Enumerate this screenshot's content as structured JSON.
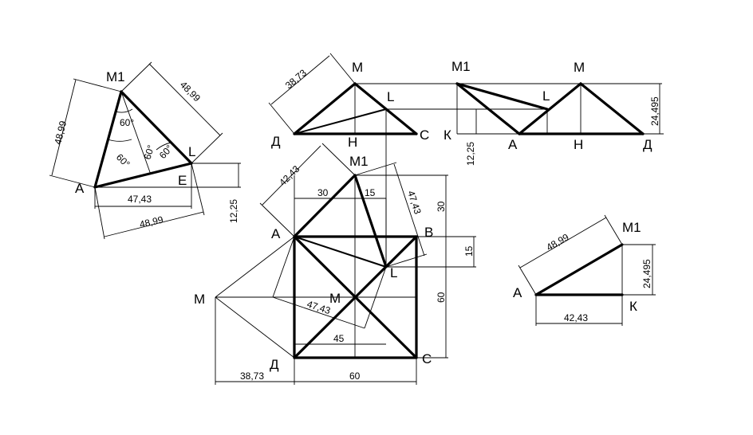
{
  "labels": {
    "left": {
      "m1": "М1",
      "a": "А",
      "l": "L",
      "e": "Е",
      "d_48_99_left": "48,99",
      "d_48_99_right": "48,99",
      "d_47_43": "47,43",
      "d_48_99_bottom": "48,99",
      "d_12_25": "12,25",
      "ang_60_top": "60°",
      "ang_60_left": "60°",
      "ang_60_mid": "60°",
      "ang_60_right": "60°"
    },
    "front": {
      "m": "М",
      "l": "L",
      "d": "Д",
      "h": "Н",
      "c": "С",
      "d_38_73": "38,73"
    },
    "side": {
      "m1": "М1",
      "l": "L",
      "m": "М",
      "k": "К",
      "a": "А",
      "h": "Н",
      "d": "Д",
      "d_12_25": "12,25",
      "d_24_495": "24,495"
    },
    "plan": {
      "m1": "М1",
      "a": "А",
      "b": "В",
      "l": "L",
      "m_center": "М",
      "m_left": "М",
      "d": "Д",
      "c": "С",
      "d_42_43": "42,43",
      "d_30_top": "30",
      "d_15_top": "15",
      "d_47_43_right": "47,43",
      "d_30_side": "30",
      "d_15_side": "15",
      "d_60_side": "60",
      "d_47_43_inner": "47,43",
      "d_45": "45",
      "d_38_73": "38,73",
      "d_60_bottom": "60"
    },
    "right": {
      "m1": "М1",
      "a": "А",
      "k": "К",
      "d_48_99": "48,99",
      "d_24_495": "24,495",
      "d_42_43": "42,43"
    }
  }
}
